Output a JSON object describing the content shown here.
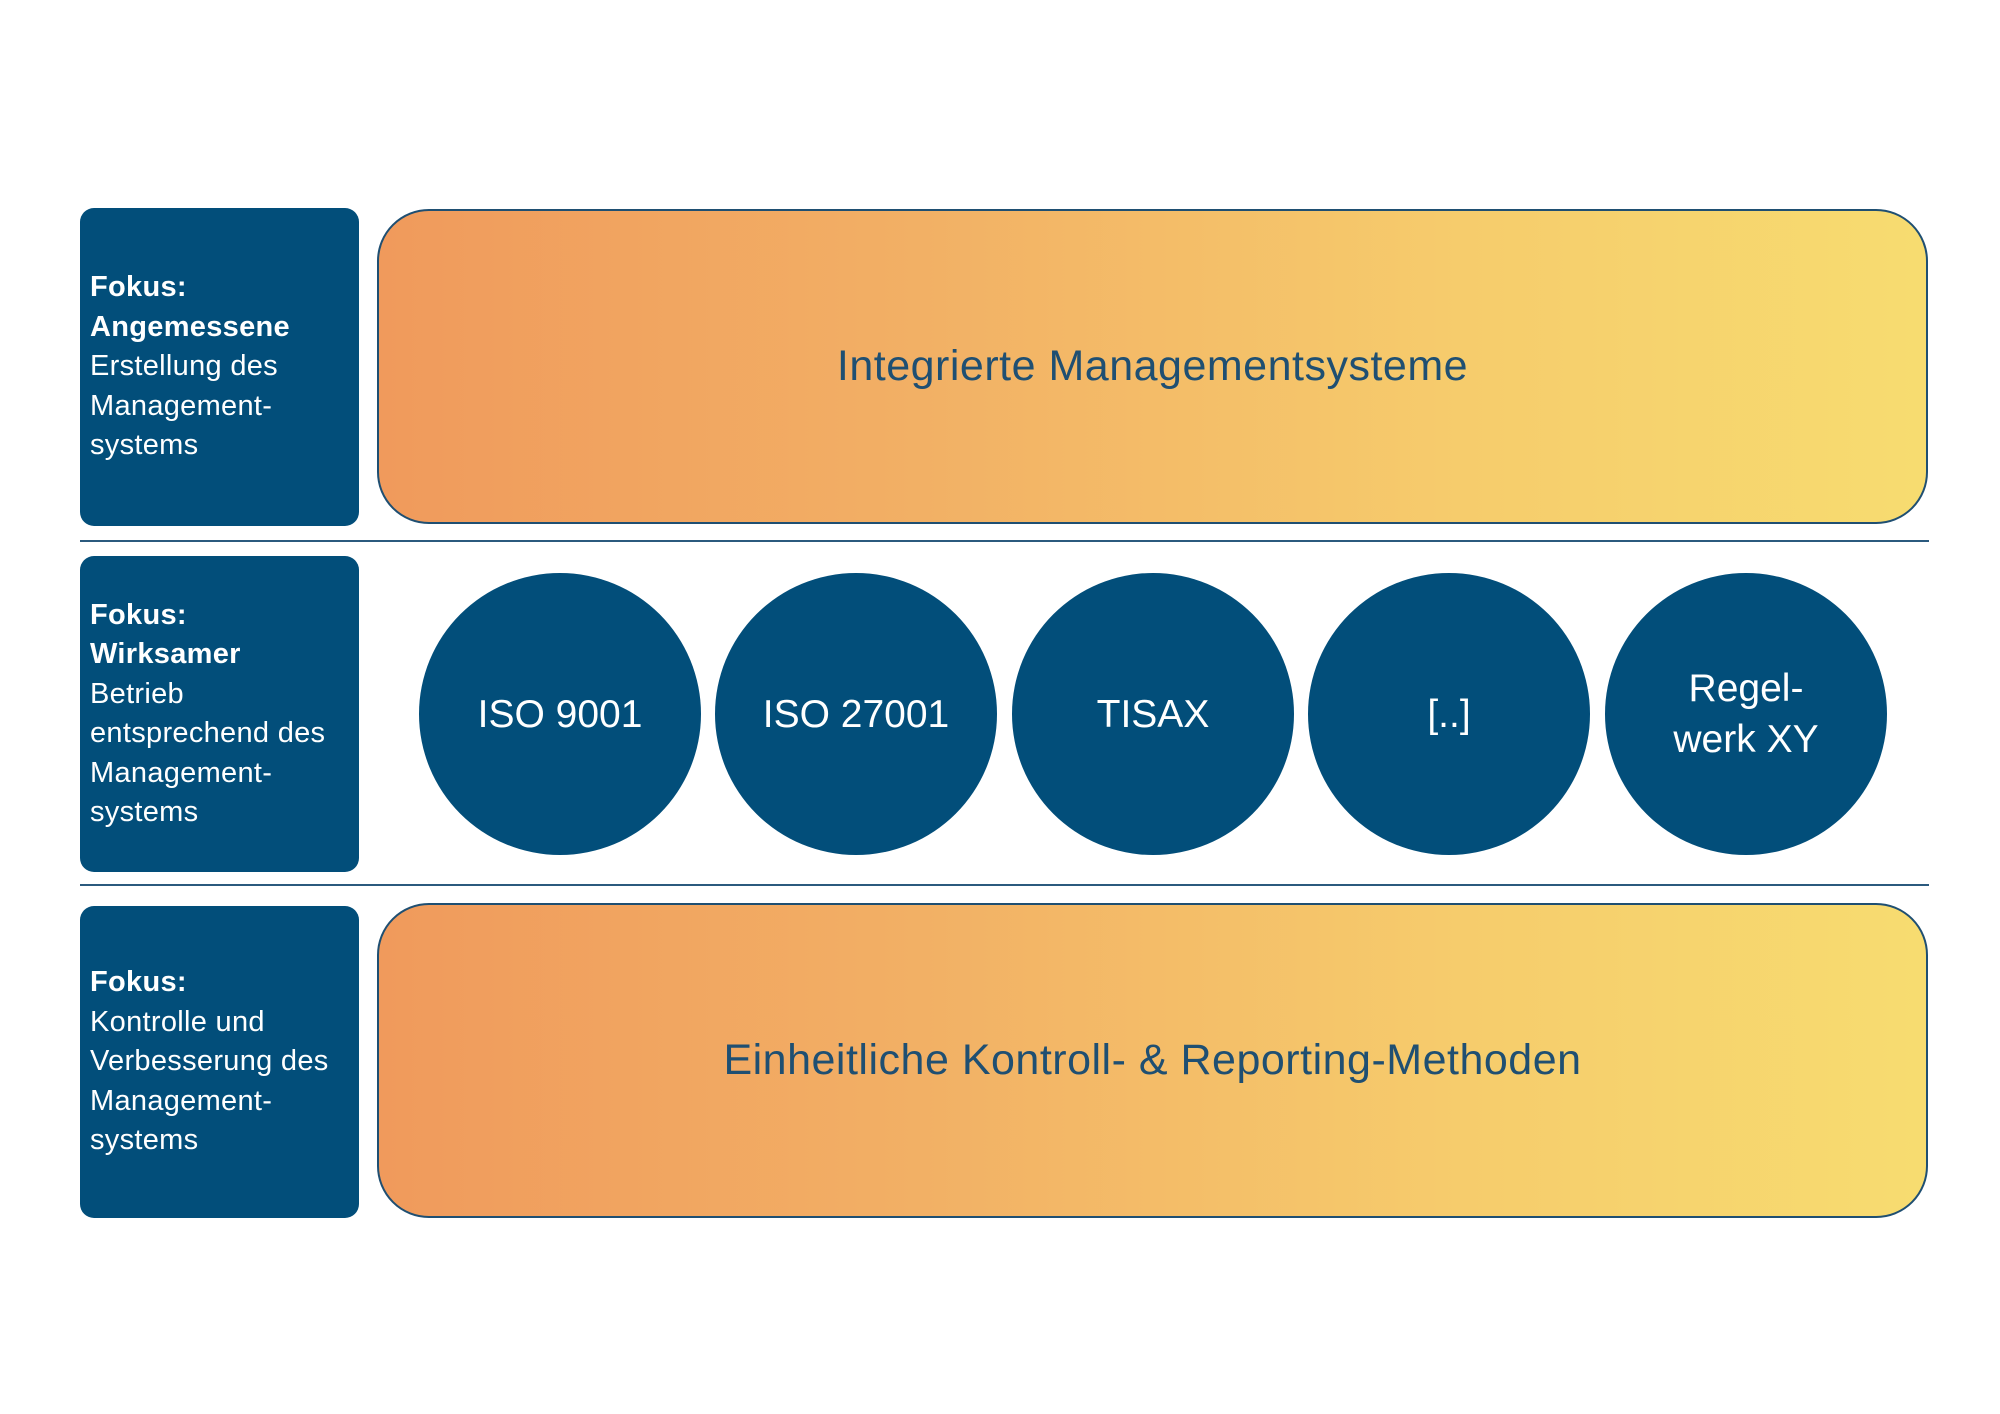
{
  "focus_boxes": [
    {
      "bold_lines": [
        "Fokus:",
        "Angemessene"
      ],
      "lines": [
        "Erstellung des",
        "Management-",
        "systems"
      ]
    },
    {
      "bold_lines": [
        "Fokus:",
        "Wirksamer"
      ],
      "lines": [
        "Betrieb",
        "entsprechend des",
        "Management-",
        "systems"
      ]
    },
    {
      "bold_lines": [
        "Fokus:"
      ],
      "lines": [
        "Kontrolle und",
        "Verbesserung des",
        "Management-",
        "systems"
      ]
    }
  ],
  "banners": {
    "top": "Integrierte Managementsysteme",
    "bottom": "Einheitliche Kontroll- & Reporting-Methoden"
  },
  "standards": [
    {
      "lines": [
        "ISO 9001"
      ]
    },
    {
      "lines": [
        "ISO 27001"
      ]
    },
    {
      "lines": [
        "TISAX"
      ]
    },
    {
      "lines": [
        "[..]"
      ]
    },
    {
      "lines": [
        "Regel-",
        "werk XY"
      ]
    }
  ],
  "colors": {
    "navy": "#024e7a",
    "banner_text": "#1f4f72",
    "gradient_start": "#f09a5c",
    "gradient_end": "#f7dc70"
  }
}
